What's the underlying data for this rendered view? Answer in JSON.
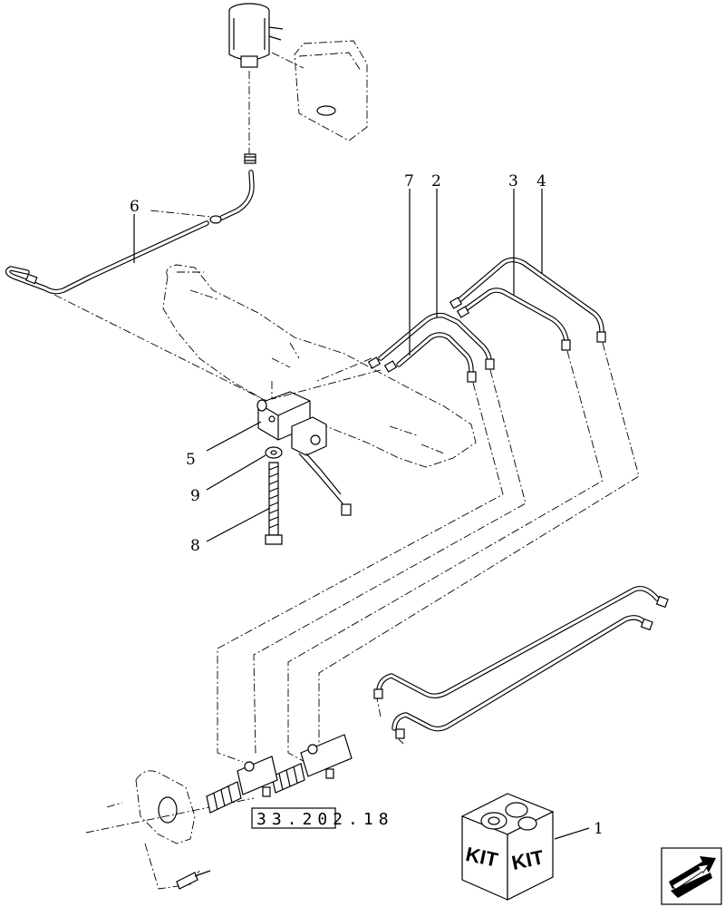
{
  "callouts": {
    "c1": "1",
    "c2": "2",
    "c3": "3",
    "c4": "4",
    "c5": "5",
    "c6": "6",
    "c7": "7",
    "c8": "8",
    "c9": "9"
  },
  "reference": "33.202.18",
  "kit": {
    "left": "KIT",
    "right": "KIT"
  },
  "nav_icon": "next-page-arrow-icon"
}
